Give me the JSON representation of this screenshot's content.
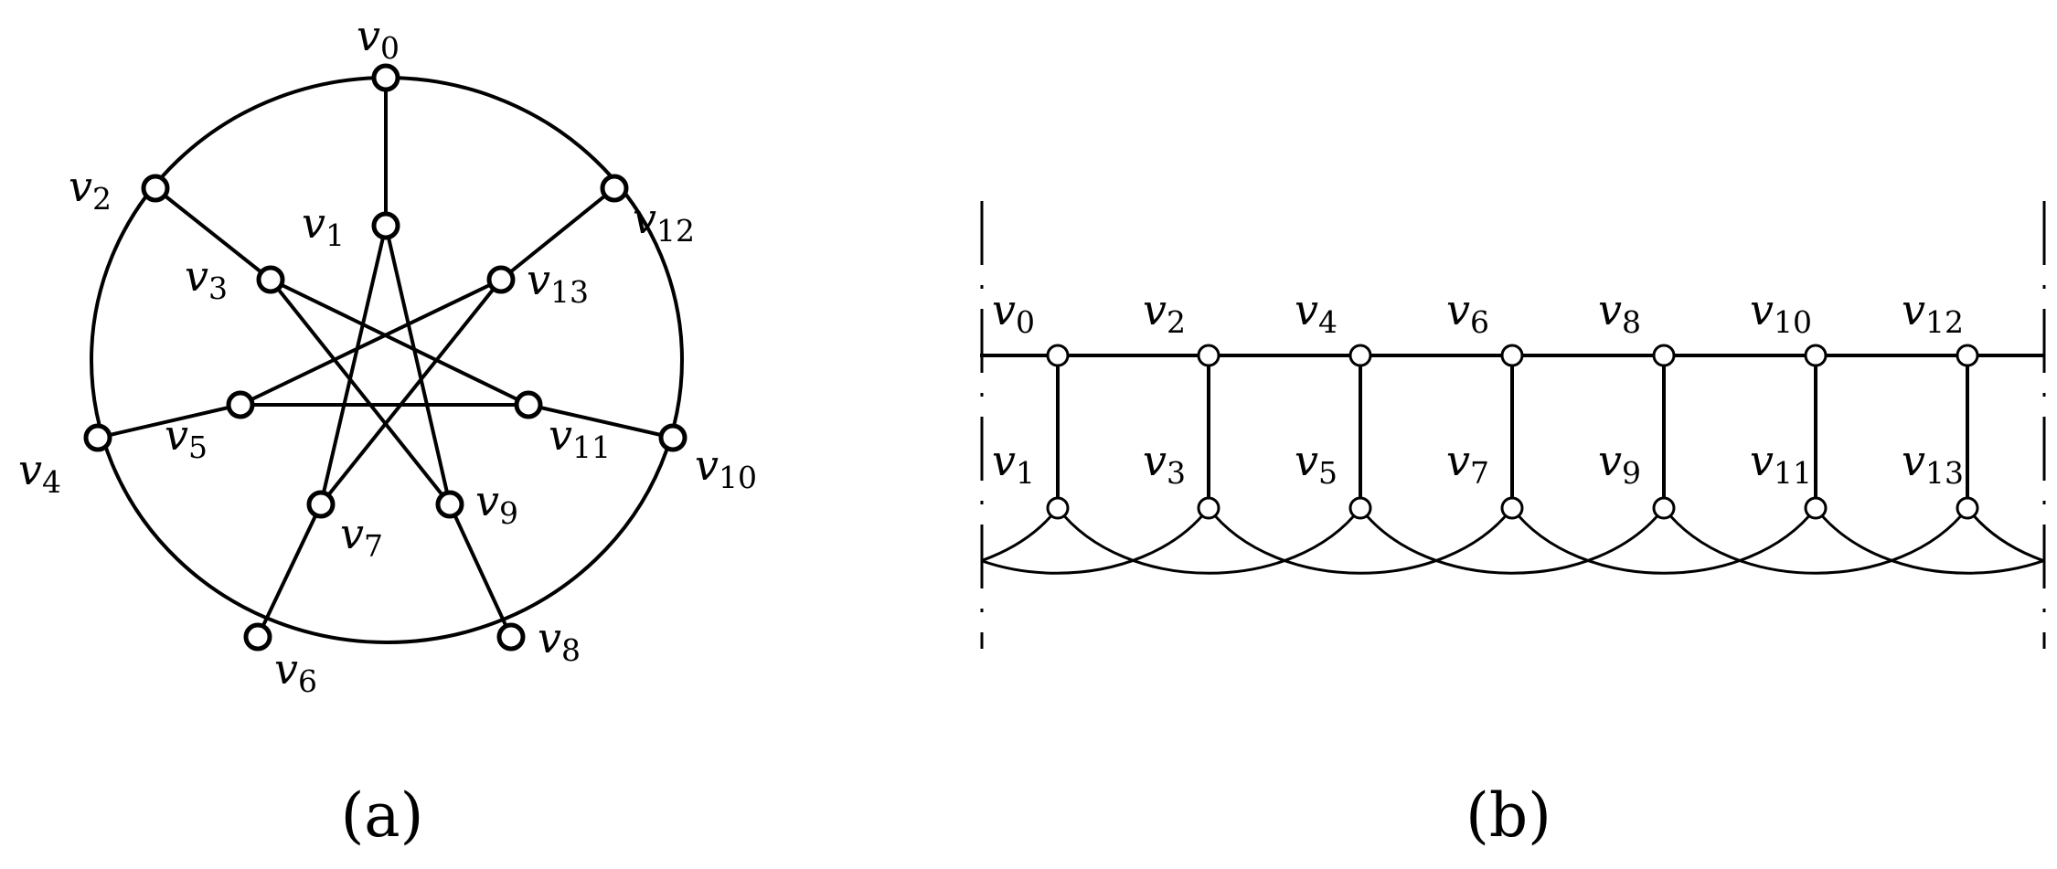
{
  "panel_a": {
    "caption": "(a)",
    "vertices": [
      "v0",
      "v1",
      "v2",
      "v3",
      "v4",
      "v5",
      "v6",
      "v7",
      "v8",
      "v9",
      "v10",
      "v11",
      "v12",
      "v13"
    ],
    "edges": [
      [
        "v0",
        "v2"
      ],
      [
        "v2",
        "v4"
      ],
      [
        "v4",
        "v6"
      ],
      [
        "v6",
        "v8"
      ],
      [
        "v8",
        "v10"
      ],
      [
        "v10",
        "v12"
      ],
      [
        "v12",
        "v0"
      ],
      [
        "v0",
        "v1"
      ],
      [
        "v2",
        "v3"
      ],
      [
        "v4",
        "v5"
      ],
      [
        "v6",
        "v7"
      ],
      [
        "v8",
        "v9"
      ],
      [
        "v10",
        "v11"
      ],
      [
        "v12",
        "v13"
      ],
      [
        "v1",
        "v7"
      ],
      [
        "v1",
        "v9"
      ],
      [
        "v3",
        "v9"
      ],
      [
        "v3",
        "v11"
      ],
      [
        "v5",
        "v11"
      ],
      [
        "v5",
        "v13"
      ],
      [
        "v7",
        "v13"
      ]
    ]
  },
  "panel_b": {
    "caption": "(b)",
    "top_row": [
      "v0",
      "v2",
      "v4",
      "v6",
      "v8",
      "v10",
      "v12"
    ],
    "bottom_row": [
      "v1",
      "v3",
      "v5",
      "v7",
      "v9",
      "v11",
      "v13"
    ]
  },
  "colors": {
    "stroke": "#000000",
    "fill": "#ffffff"
  }
}
